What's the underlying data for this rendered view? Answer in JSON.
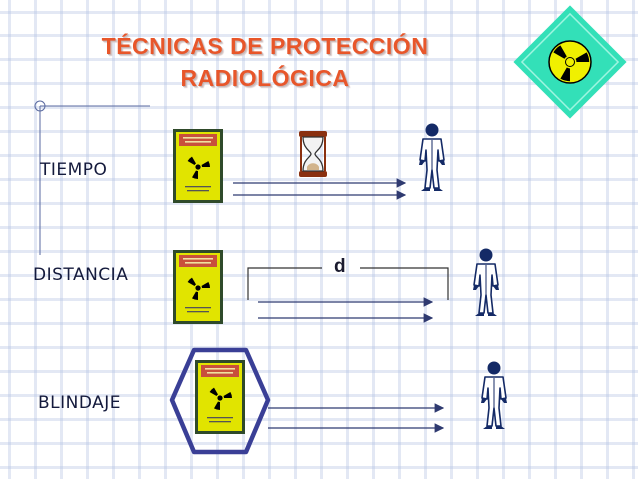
{
  "title": {
    "line1": "TÉCNICAS DE PROTECCIÓN",
    "line2": "RADIOLÓGICA"
  },
  "rows": [
    {
      "label": "TIEMPO"
    },
    {
      "label": "DISTANCIA",
      "distance_symbol": "d"
    },
    {
      "label": "BLINDAJE"
    }
  ],
  "colors": {
    "title": "#e8562a",
    "source_box": "#e1e400",
    "source_border": "#2f4a2a",
    "source_band": "#c8503c",
    "trefoil": "#000000",
    "shield": "#3a3f96",
    "arrow": "#2f3a70",
    "person": "#142a66",
    "logo_bg": "#33e0b8"
  },
  "icons": [
    "radioactive-logo-icon",
    "hourglass-icon",
    "radiation-source-icon",
    "worker-figure-icon",
    "shield-hexagon-icon"
  ]
}
